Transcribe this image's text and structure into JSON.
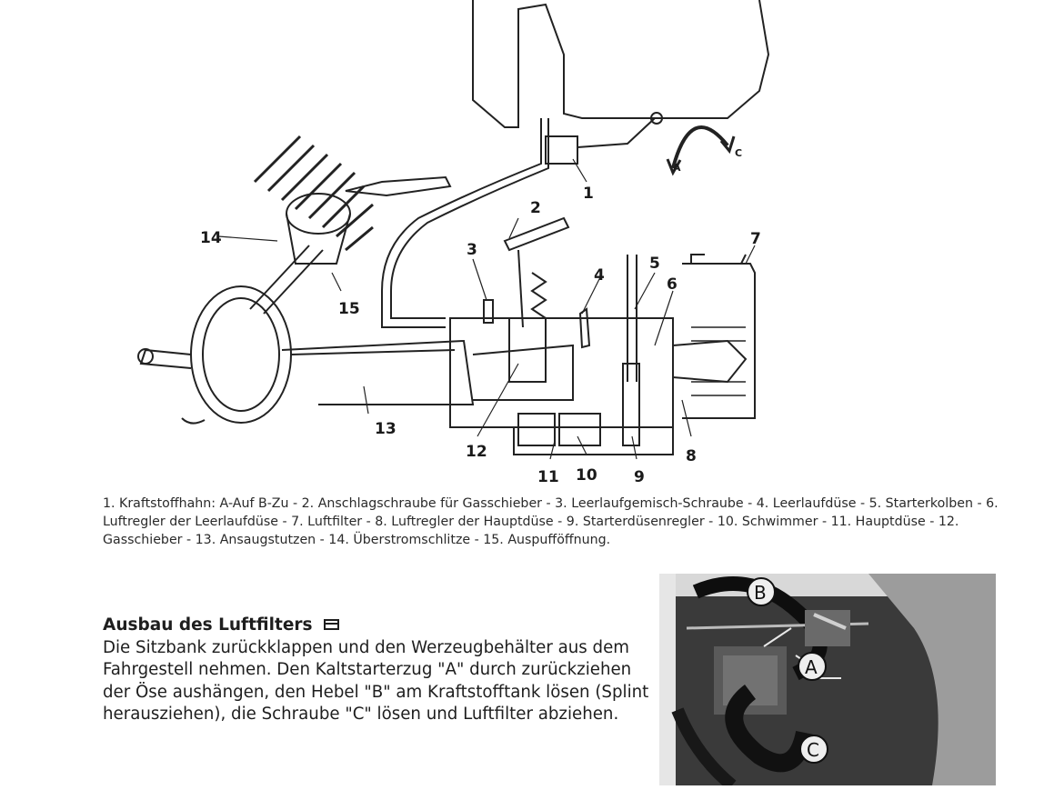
{
  "diagram": {
    "labels": {
      "l1": "1",
      "l2": "2",
      "l3": "3",
      "l4": "4",
      "l5": "5",
      "l6": "6",
      "l7": "7",
      "l8": "8",
      "l9": "9",
      "l10": "10",
      "l11": "11",
      "l12": "12",
      "l13": "13",
      "l14": "14",
      "l15": "15",
      "arrow_a": "A",
      "arrow_c": "C"
    }
  },
  "caption": "1. Kraftstoffhahn: A-Auf B-Zu - 2. Anschlagschraube für Gasschieber - 3. Leerlaufgemisch-Schraube - 4. Leerlaufdüse - 5. Starterkolben - 6. Luftregler der Leerlaufdüse - 7. Luftfilter - 8. Luftregler der Hauptdüse - 9. Starterdüsenregler - 10. Schwimmer - 11. Hauptdüse - 12. Gasschieber - 13. Ansaugstutzen - 14. Überstromschlitze - 15. Auspufföffnung.",
  "section": {
    "title": "Ausbau des Luftfilters",
    "icon": "document-icon",
    "body": "Die Sitzbank zurückklappen und den Werzeugbehälter aus dem Fahrgestell nehmen. Den Kaltstarterzug \"A\" durch zurückziehen der Öse aushängen, den Hebel \"B\" am Kraftstofftank lösen (Splint herausziehen), die Schraube \"C\" lösen und Luftfilter abziehen."
  },
  "photo": {
    "labels": {
      "b": "B",
      "a": "A",
      "c": "C"
    }
  }
}
